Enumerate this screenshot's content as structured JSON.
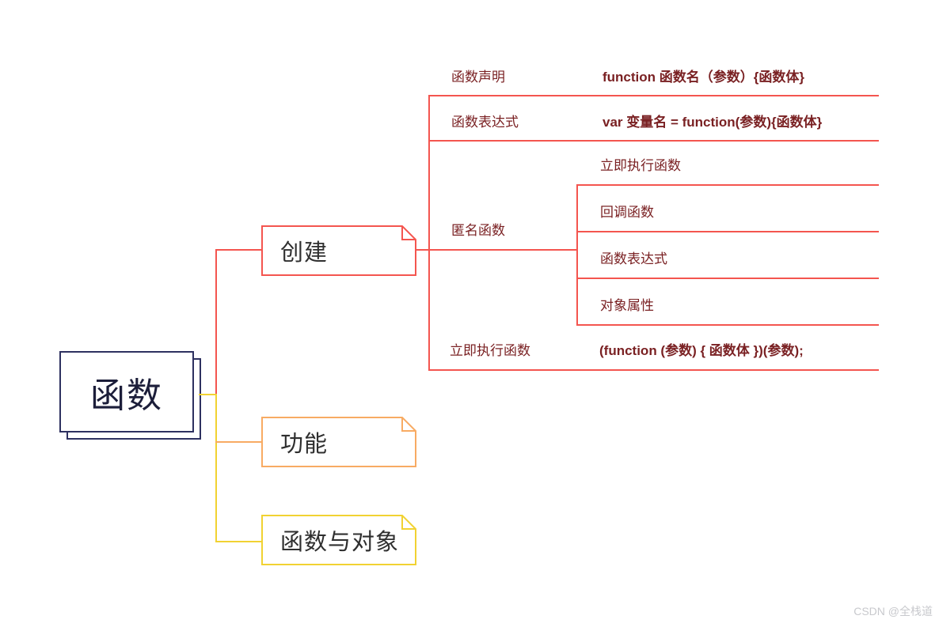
{
  "root": {
    "label": "函数"
  },
  "branches": [
    {
      "label": "创建",
      "color": "#f4554f"
    },
    {
      "label": "功能",
      "color": "#f8ab63"
    },
    {
      "label": "函数与对象",
      "color": "#f1d232"
    }
  ],
  "create_tree": {
    "rows": [
      {
        "label": "函数声明",
        "code": "function 函数名（参数）{函数体}"
      },
      {
        "label": "函数表达式",
        "code": "var 变量名 = function(参数){函数体}"
      },
      {
        "label": "匿名函数"
      },
      {
        "label": "立即执行函数",
        "code": "(function (参数) { 函数体 })(参数);"
      }
    ],
    "anonymous_children": [
      {
        "label": "立即执行函数"
      },
      {
        "label": "回调函数"
      },
      {
        "label": "函数表达式"
      },
      {
        "label": "对象属性"
      }
    ]
  },
  "colors": {
    "red": "#f4554f",
    "orange": "#f8ab63",
    "yellow": "#f1d232",
    "navy": "#2e3160",
    "root_text": "#1c1e3a",
    "node_text": "#2f2f2f",
    "maroon_text": "#7a2123",
    "watermark_gray": "#c8c9cd"
  },
  "watermark": "CSDN @全栈道"
}
